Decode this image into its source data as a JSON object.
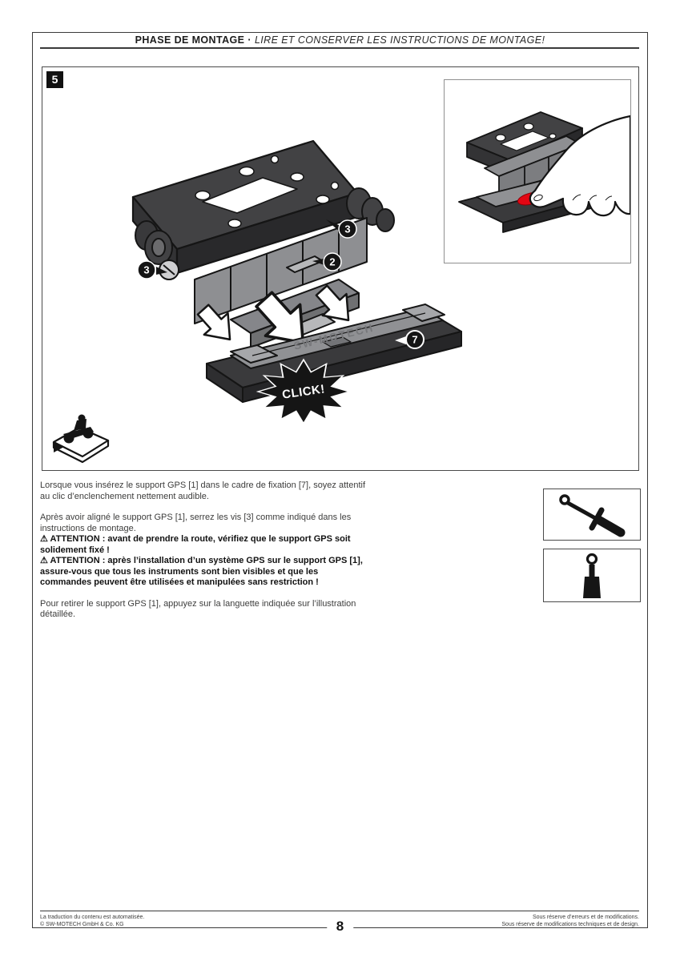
{
  "header": {
    "bold": "PHASE DE MONTAGE",
    "sep": "·",
    "italic": "LIRE ET CONSERVER LES INSTRUCTIONS DE MONTAGE!"
  },
  "step": {
    "number": "5"
  },
  "figure": {
    "callout_screw_left": "3",
    "callout_screw_right": "3",
    "callout_tab": "2",
    "callout_frame": "7",
    "click": "CLICK!",
    "brand": "SW-MOTECH",
    "icons": {
      "inset": "hand-press-release-tab-icon",
      "corner": "motorcycle-on-plate-icon"
    }
  },
  "body": {
    "p1": "Lorsque vous insérez le support GPS [1] dans le cadre de fixation [7], soyez attentif au clic d’enclenchement nettement audible.",
    "p2": "Après avoir aligné le support GPS [1], serrez les vis [3] comme indiqué dans les instructions de montage.",
    "warn1": "⚠ ATTENTION : avant de prendre la route, vérifiez que le support GPS soit solidement fixé !",
    "warn2": "⚠ ATTENTION : après l’installation d’un système GPS sur le support GPS [1], assure-vous que tous les instruments sont bien visibles et que les commandes peuvent être utilisées et manipulées sans restriction !",
    "p3": "Pour retirer le support GPS [1], appuyez sur la languette indiquée sur l’illustration détaillée."
  },
  "tools": {
    "top": "torque-wrench-icon",
    "bottom": "socket-bit-icon"
  },
  "footer": {
    "left1": "La traduction du contenu est automatisée.",
    "left2": "© SW-MOTECH GmbH & Co. KG",
    "right1": "Sous réserve d’erreurs et de modifications.",
    "right2": "Sous réserve de modifications techniques et de design.",
    "page": "8"
  },
  "colors": {
    "accent_red": "#e30613",
    "part_dark": "#3e3e40",
    "part_mid": "#8e8f92",
    "part_light": "#b7b8ba",
    "ink": "#151515"
  }
}
